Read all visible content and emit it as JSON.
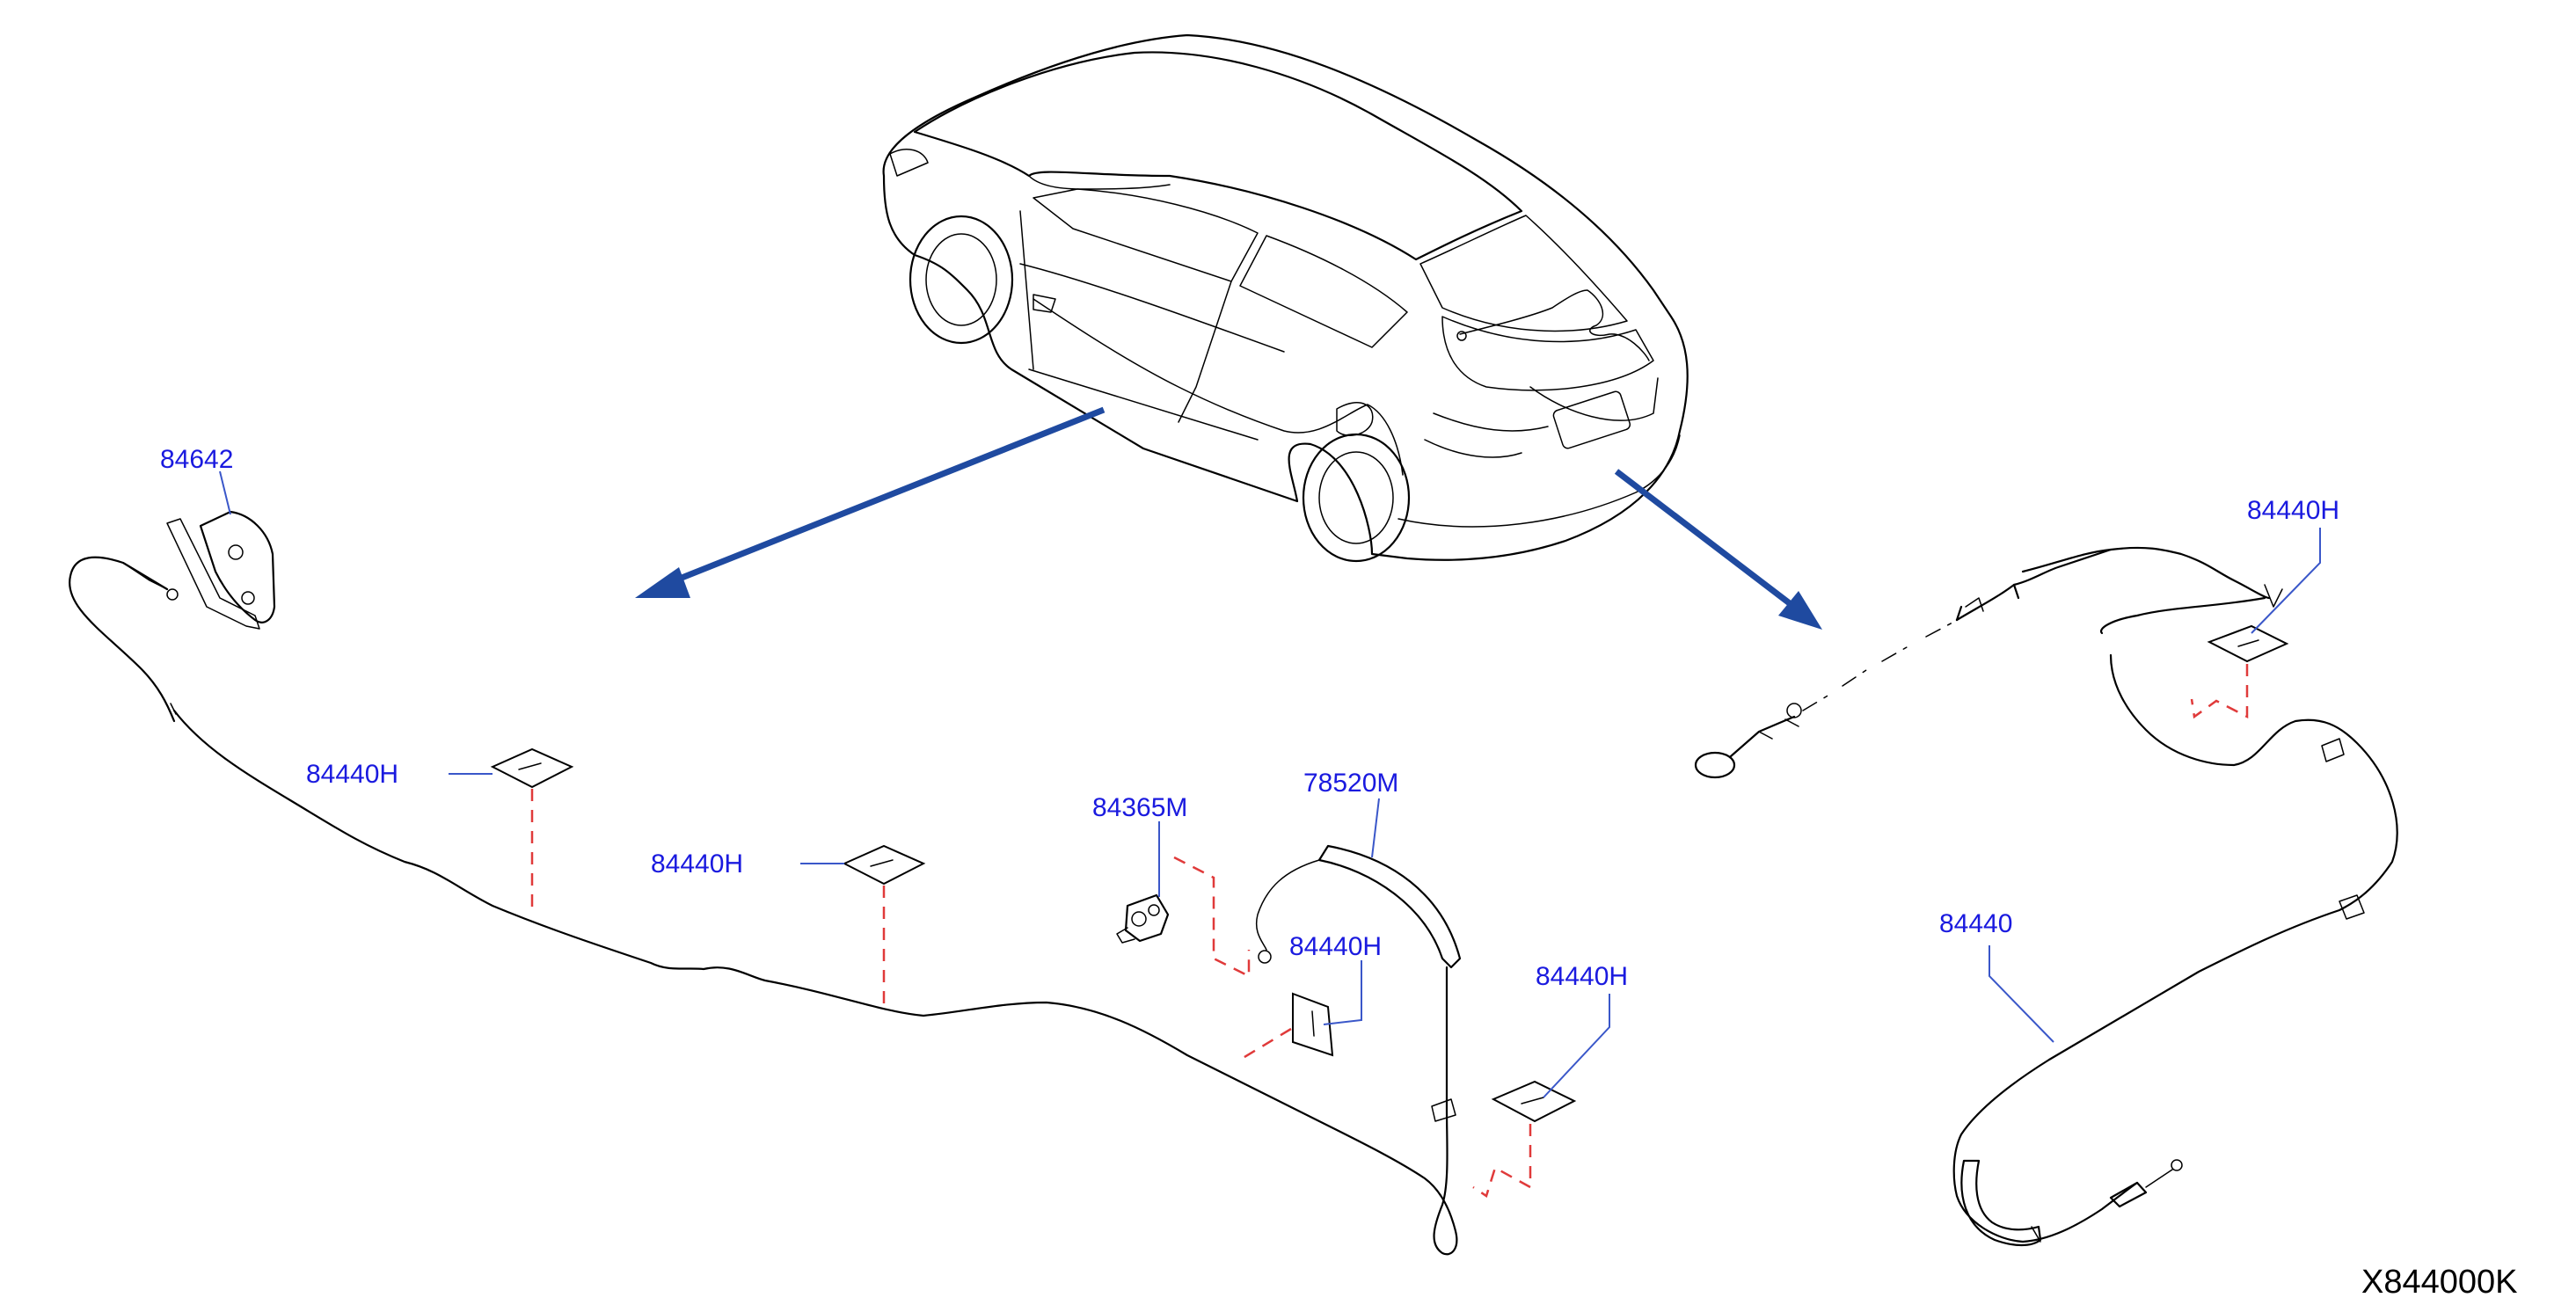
{
  "colors": {
    "callout": "#1a1adf",
    "leader": "#3a57c9",
    "arrow": "#1f4aa0",
    "dash": "#e03a3a",
    "line": "#000000",
    "code": "#000000"
  },
  "callouts": {
    "c84642": "84642",
    "c84440H_a": "84440H",
    "c84440H_b": "84440H",
    "c84365M": "84365M",
    "c78520M": "78520M",
    "c84440H_c": "84440H",
    "c84440H_d": "84440H",
    "c84440H_e": "84440H",
    "c84440": "84440"
  },
  "diagram_code": "X844000K"
}
